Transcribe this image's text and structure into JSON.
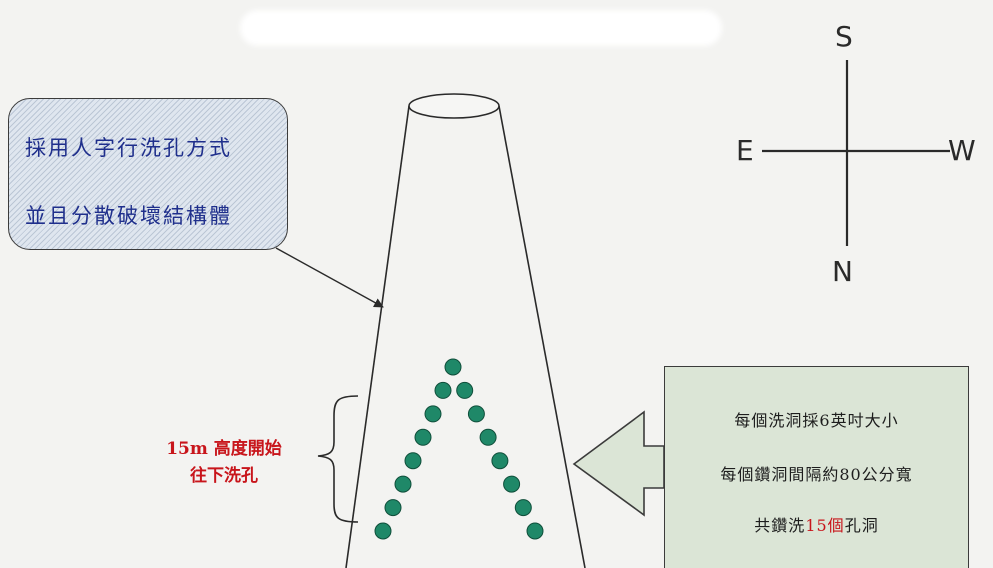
{
  "callout_left": {
    "line1": "採用人字行洗孔方式",
    "line2": "並且分散破壞結構體"
  },
  "height_label": {
    "value": "15m",
    "line1_rest": " 高度開始",
    "line2": "往下洗孔"
  },
  "callout_right": {
    "line1": "每個洗洞採6英吋大小",
    "line2": "每個鑽洞間隔約80公分寬",
    "line3_prefix": "共鑽洗",
    "line3_count": "15個",
    "line3_suffix": "孔洞"
  },
  "compass": {
    "top": "S",
    "bottom": "N",
    "left": "E",
    "right": "W"
  },
  "holes": {
    "count": 15,
    "pattern": "inverted-v"
  },
  "colors": {
    "background": "#f3f3f1",
    "hole": "#1f8868",
    "hole_outline": "#0f4e3a",
    "callout_left_fill": "#dfe6ef",
    "callout_left_text": "#1f2f8c",
    "callout_right_fill": "#dbe5d6",
    "highlight_red": "#c8151b",
    "line": "#2a2a2a"
  }
}
